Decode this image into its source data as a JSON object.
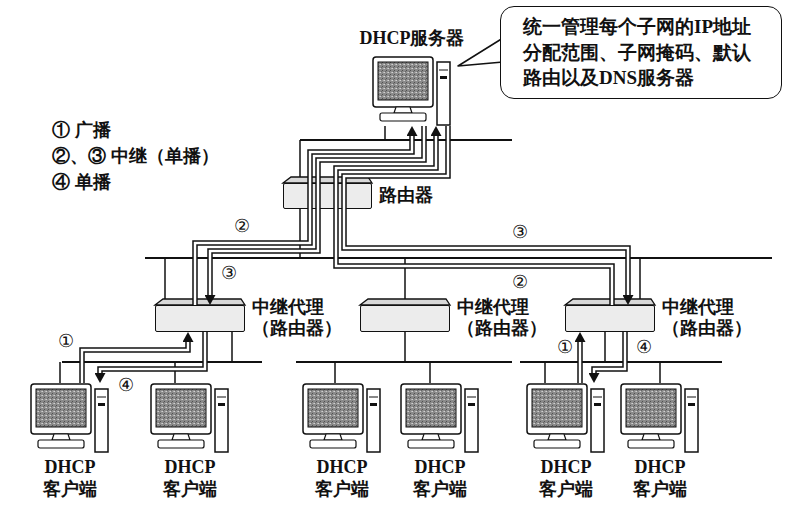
{
  "diagram": {
    "nodes": [
      {
        "text": [
          "DHCP服务器"
        ]
      },
      {
        "text": [
          "统一管理每个子网的IP地址 分配范围、子网掩码、默认 路由以及DNS服务器"
        ]
      },
      {
        "text": [
          "路由器"
        ]
      },
      {
        "text": [
          "中继代理 （路由器）"
        ]
      },
      {
        "text": [
          "中继代理 （路由器）"
        ]
      },
      {
        "text": [
          "中继代理 （路由器）"
        ]
      },
      {
        "text": [
          "DHCP 客户端"
        ]
      },
      {
        "text": [
          "DHCP 客户端"
        ]
      },
      {
        "text": [
          "DHCP 客户端"
        ]
      },
      {
        "text": [
          "DHCP 客户端"
        ]
      },
      {
        "text": [
          "DHCP 客户端"
        ]
      },
      {
        "text": [
          "DHCP 客户端"
        ]
      }
    ],
    "edges": [
      {
        "from": 6,
        "to": 3,
        "arrow": "to",
        "label": "①"
      },
      {
        "from": 3,
        "to": 0,
        "arrow": "to",
        "label": "②"
      },
      {
        "from": 0,
        "to": 3,
        "arrow": "to",
        "label": "③"
      },
      {
        "from": 3,
        "to": 6,
        "arrow": "to",
        "label": "④"
      },
      {
        "from": 10,
        "to": 5,
        "arrow": "to",
        "label": "①"
      },
      {
        "from": 5,
        "to": 0,
        "arrow": "to",
        "label": "②"
      },
      {
        "from": 0,
        "to": 5,
        "arrow": "to",
        "label": "③"
      },
      {
        "from": 5,
        "to": 10,
        "arrow": "to",
        "label": "④"
      }
    ],
    "labels": [
      "① 广播",
      "②、③ 中继（单播）",
      "④ 单播"
    ]
  }
}
